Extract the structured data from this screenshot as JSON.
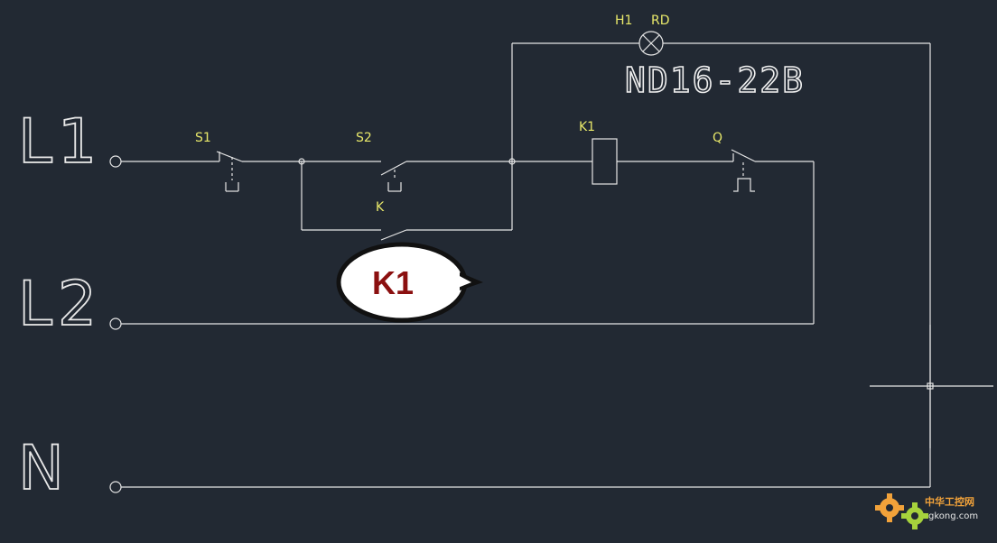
{
  "rails": {
    "l1": "L1",
    "l2": "L2",
    "n": "N"
  },
  "components": {
    "s1": "S1",
    "s2": "S2",
    "k": "K",
    "k1": "K1",
    "q": "Q",
    "h1": "H1",
    "rd": "RD"
  },
  "lamp_spec": "ND16-22B",
  "callout": "K1",
  "watermark": {
    "name": "中华工控网",
    "url": "gkong.com"
  },
  "colors": {
    "background": "#222933",
    "wire": "#e6e6e6",
    "label": "#e8e86a",
    "callout_text": "#8b1010"
  }
}
